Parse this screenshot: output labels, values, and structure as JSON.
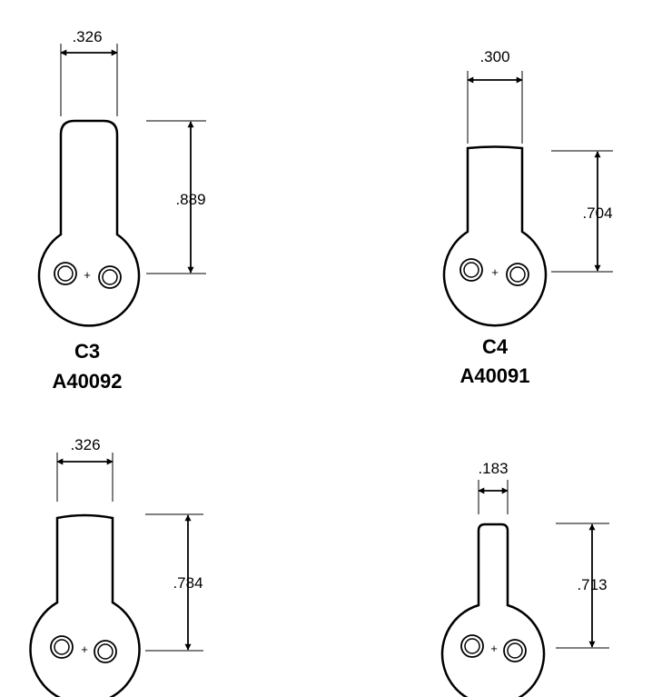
{
  "parts": [
    {
      "width_label": ".326",
      "height_label": ".889",
      "code": "C3",
      "part_number": "A40092"
    },
    {
      "width_label": ".300",
      "height_label": ".704",
      "code": "C4",
      "part_number": "A40091"
    },
    {
      "width_label": ".326",
      "height_label": ".784"
    },
    {
      "width_label": ".183",
      "height_label": ".713"
    }
  ],
  "center_mark": "+",
  "colors": {
    "line": "#000000",
    "background": "#ffffff"
  }
}
